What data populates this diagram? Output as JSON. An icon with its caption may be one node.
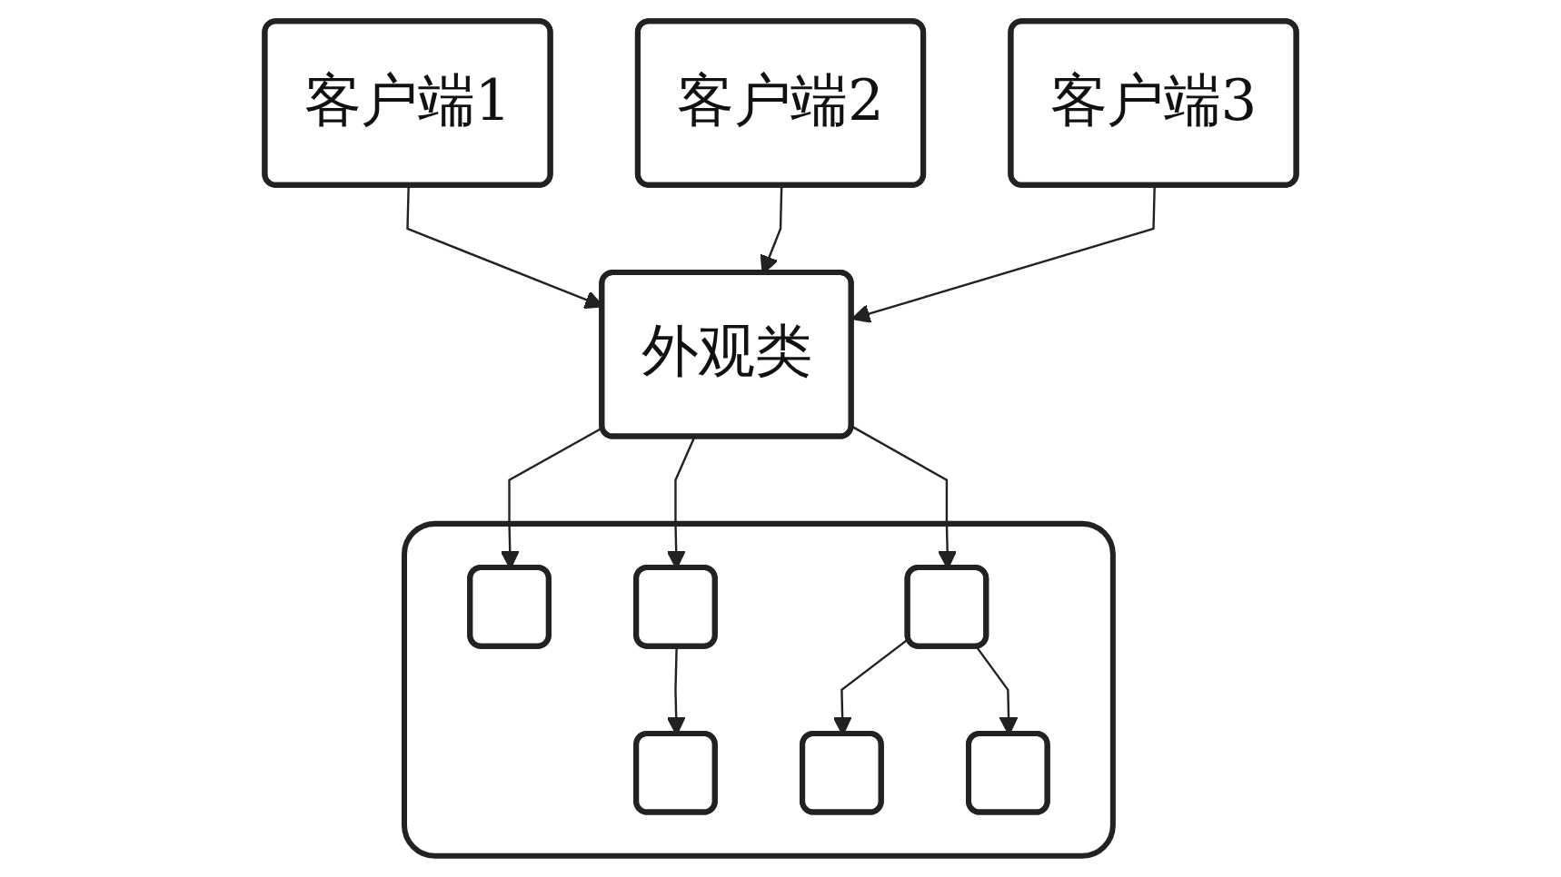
{
  "diagram": {
    "nodes": [
      {
        "text": [
          "客户端1"
        ]
      },
      {
        "text": [
          "客户端2"
        ]
      },
      {
        "text": [
          "客户端3"
        ]
      },
      {
        "text": [
          "外观类"
        ]
      },
      {
        "text": [],
        "shape": "box"
      },
      {
        "text": [],
        "shape": "box",
        "in": 4
      },
      {
        "text": [],
        "shape": "box",
        "in": 4
      },
      {
        "text": [],
        "shape": "box",
        "in": 4
      },
      {
        "text": [],
        "shape": "box",
        "in": 4
      },
      {
        "text": [],
        "shape": "box",
        "in": 4
      },
      {
        "text": [],
        "shape": "box",
        "in": 4
      }
    ],
    "edges": [
      {
        "from": 0,
        "to": 3,
        "arrow": "to"
      },
      {
        "from": 1,
        "to": 3,
        "arrow": "to"
      },
      {
        "from": 2,
        "to": 3,
        "arrow": "to"
      },
      {
        "from": 3,
        "to": 5,
        "arrow": "to"
      },
      {
        "from": 3,
        "to": 6,
        "arrow": "to"
      },
      {
        "from": 3,
        "to": 8,
        "arrow": "to"
      },
      {
        "from": 6,
        "to": 7,
        "arrow": "to"
      },
      {
        "from": 8,
        "to": 9,
        "arrow": "to"
      },
      {
        "from": 8,
        "to": 10,
        "arrow": "to"
      }
    ]
  }
}
